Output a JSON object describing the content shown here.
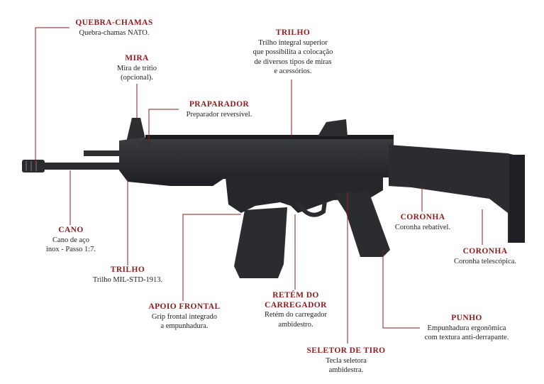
{
  "colors": {
    "title": "#8e1b1b",
    "leader": "#8e1b1b",
    "text": "#222222",
    "rifle": "#26282b"
  },
  "labels": {
    "quebra_chamas": {
      "title": "QUEBRA-CHAMAS",
      "desc": "Quebra-chamas NATO."
    },
    "mira": {
      "title": "MIRA",
      "desc": "Mira de trítio\n(opcional)."
    },
    "preparador": {
      "title": "PRAPARADOR",
      "desc": "Preparador reversível."
    },
    "trilho_superior": {
      "title": "TRILHO",
      "desc": "Trilho integral superior\nque possibilita a colocação\nde diversos tipos de miras\ne acessórios."
    },
    "cano": {
      "title": "CANO",
      "desc": "Cano de aço\ninox - Passo 1:7."
    },
    "trilho_inferior": {
      "title": "TRILHO",
      "desc": "Trilho MIL-STD-1913."
    },
    "apoio_frontal": {
      "title": "APOIO FRONTAL",
      "desc": "Grip frontal integrado\na empunhadura."
    },
    "retem": {
      "title": "RETÉM DO\nCARREGADOR",
      "desc": "Retém do carregador\nambidestro."
    },
    "seletor": {
      "title": "SELETOR DE TIRO",
      "desc": "Tecla seletora\nambidestra."
    },
    "coronha_rebativel": {
      "title": "CORONHA",
      "desc": "Coronha rebatível."
    },
    "coronha_telescopica": {
      "title": "CORONHA",
      "desc": "Coronha telescópica."
    },
    "punho": {
      "title": "PUNHO",
      "desc": "Empunhadura ergonômica\ncom textura anti-derrapante."
    }
  }
}
